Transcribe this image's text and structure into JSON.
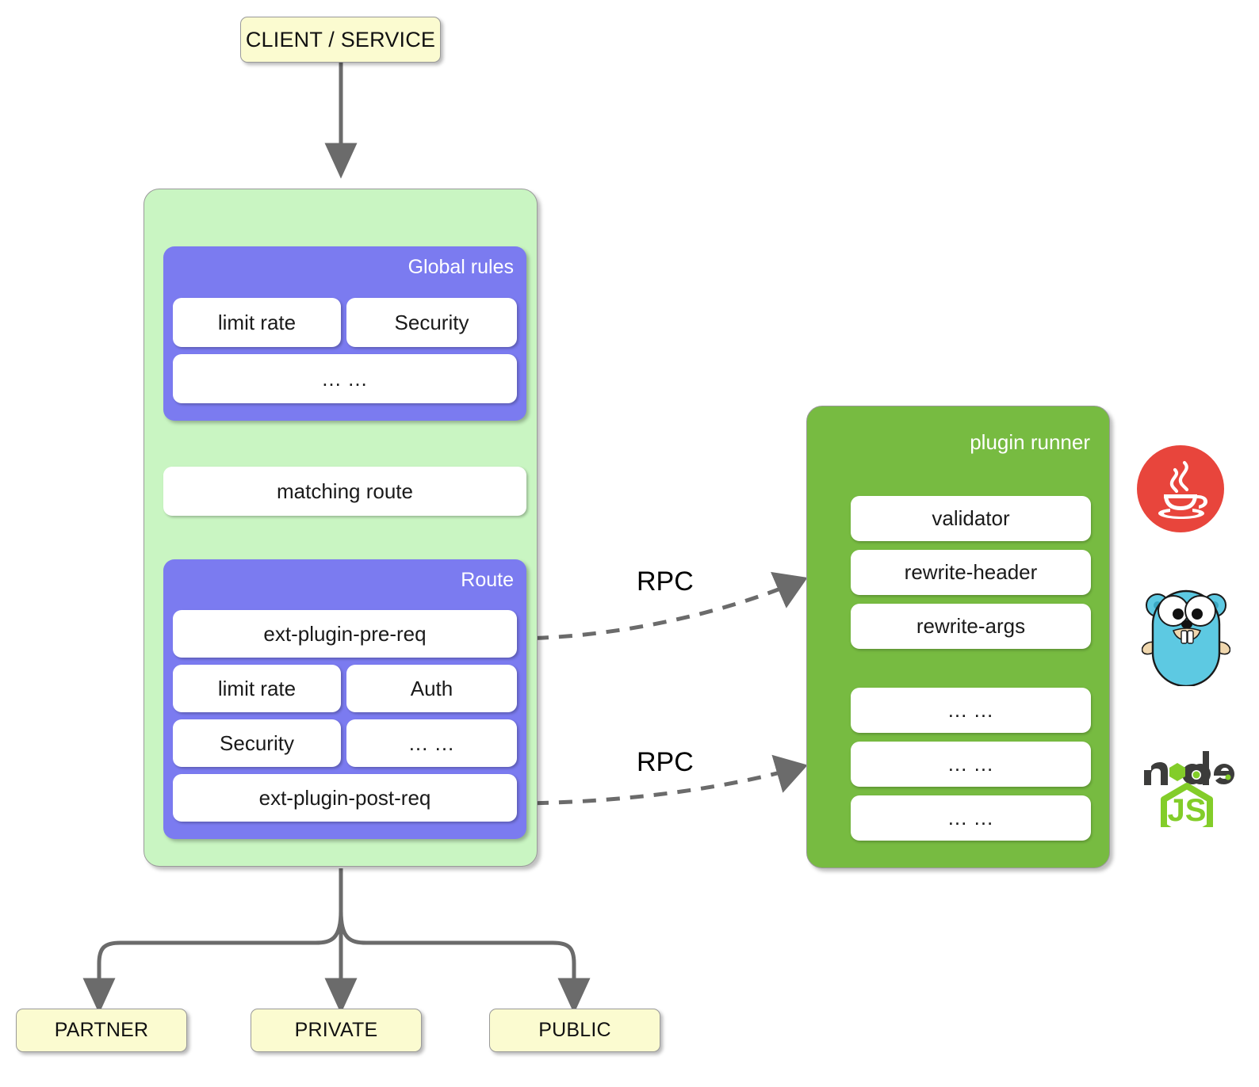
{
  "diagram": {
    "client": {
      "label": "CLIENT / SERVICE"
    },
    "gateway": {
      "global_rules": {
        "title": "Global rules",
        "rows": [
          [
            "limit rate",
            "Security"
          ],
          [
            "... ..."
          ]
        ]
      },
      "matching_route": {
        "label": "matching route"
      },
      "route": {
        "title": "Route",
        "rows": [
          [
            "ext-plugin-pre-req"
          ],
          [
            "limit rate",
            "Auth"
          ],
          [
            "Security",
            "... ..."
          ],
          [
            "ext-plugin-post-req"
          ]
        ]
      }
    },
    "plugin_runner": {
      "title": "plugin runner",
      "group_one": [
        "validator",
        "rewrite-header",
        "rewrite-args"
      ],
      "group_two": [
        "... ...",
        "... ...",
        "... ..."
      ]
    },
    "connections": [
      {
        "label": "RPC",
        "from": "ext-plugin-pre-req",
        "to": "plugin-runner-group-one"
      },
      {
        "label": "RPC",
        "from": "ext-plugin-post-req",
        "to": "plugin-runner-group-two"
      }
    ],
    "languages": [
      {
        "name": "java-logo"
      },
      {
        "name": "golang-gopher-logo"
      },
      {
        "name": "nodejs-logo",
        "text_top": "node",
        "text_bottom": "JS"
      }
    ],
    "outputs": [
      {
        "label": "PARTNER"
      },
      {
        "label": "PRIVATE"
      },
      {
        "label": "PUBLIC"
      }
    ],
    "colors": {
      "terminal_fill": "#fbfbd0",
      "gateway_fill": "#c9f5c2",
      "panel_purple": "#7b7bf0",
      "runner_green": "#77bb41",
      "brace_teal": "#1d5f6b",
      "arrow_gray": "#6b6b6b",
      "java_red": "#e8453c",
      "go_cyan": "#5dc9e2",
      "node_green": "#83cd29"
    }
  }
}
